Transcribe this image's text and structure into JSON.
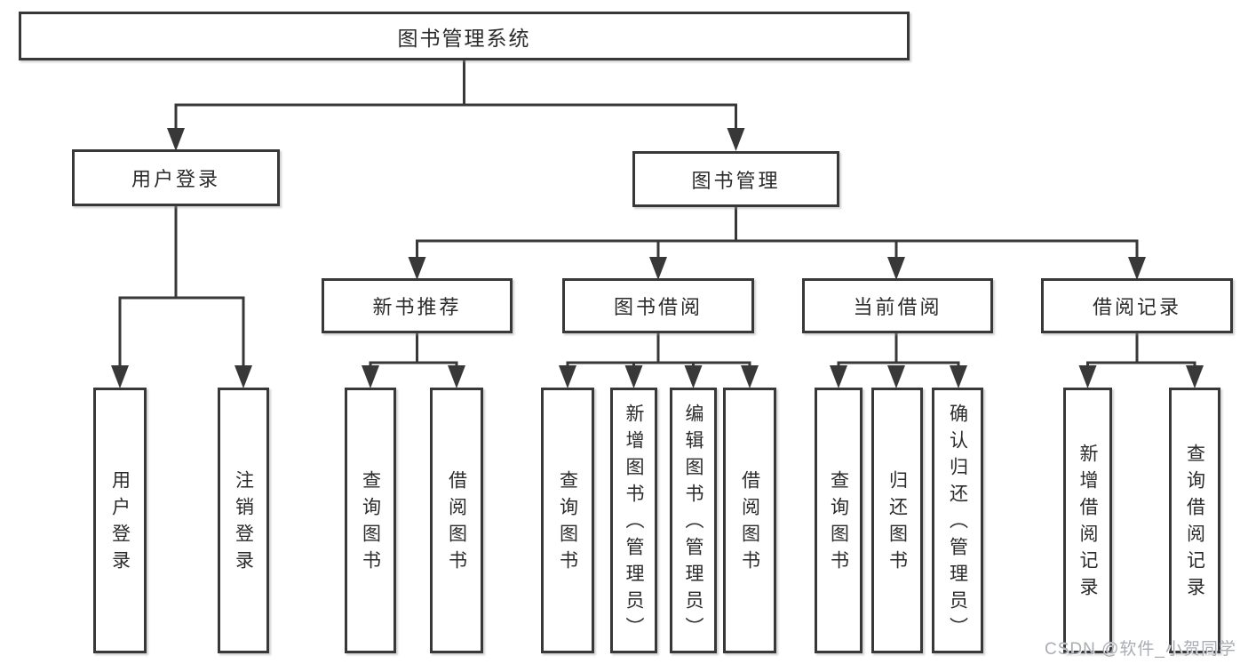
{
  "tree": {
    "root": {
      "label": "图书管理系统",
      "children": [
        {
          "label": "用户登录",
          "children": [
            {
              "label": "用户登录"
            },
            {
              "label": "注销登录"
            }
          ]
        },
        {
          "label": "图书管理",
          "children": [
            {
              "label": "新书推荐",
              "children": [
                {
                  "label": "查询图书"
                },
                {
                  "label": "借阅图书"
                }
              ]
            },
            {
              "label": "图书借阅",
              "children": [
                {
                  "label": "查询图书"
                },
                {
                  "label": "新增图书（管理员）"
                },
                {
                  "label": "编辑图书（管理员）"
                },
                {
                  "label": "借阅图书"
                }
              ]
            },
            {
              "label": "当前借阅",
              "children": [
                {
                  "label": "查询图书"
                },
                {
                  "label": "归还图书"
                },
                {
                  "label": "确认归还（管理员）"
                }
              ]
            },
            {
              "label": "借阅记录",
              "children": [
                {
                  "label": "新增借阅记录"
                },
                {
                  "label": "查询借阅记录"
                }
              ]
            }
          ]
        }
      ]
    }
  },
  "watermark": {
    "text": "CSDN @软件_小贺同学"
  },
  "colors": {
    "line": "#383838",
    "text": "#2b2b2b",
    "background": "#ffffff",
    "watermark": "#a9adb3"
  }
}
